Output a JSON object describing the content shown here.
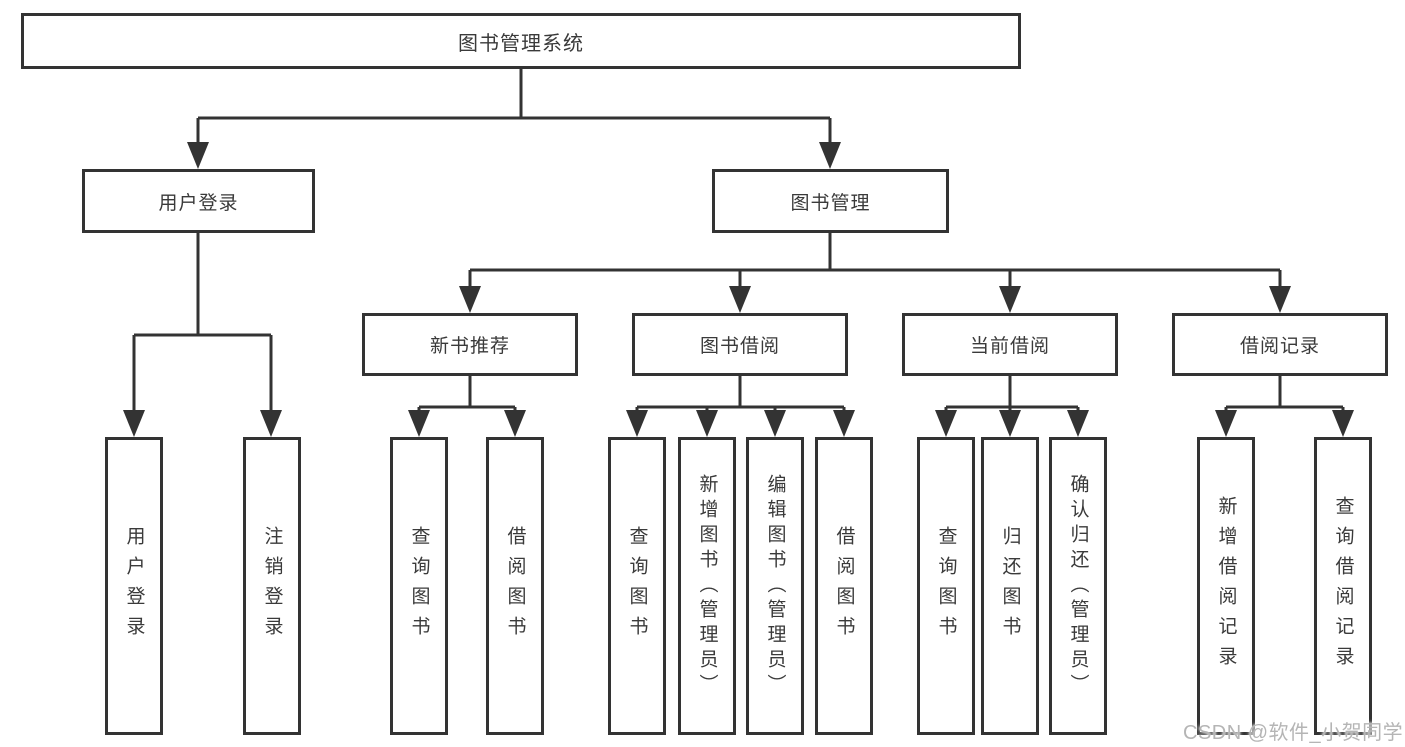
{
  "tree": {
    "label": "图书管理系统",
    "children": [
      {
        "label": "用户登录",
        "children": [
          {
            "label": "用户登录"
          },
          {
            "label": "注销登录"
          }
        ]
      },
      {
        "label": "图书管理",
        "children": [
          {
            "label": "新书推荐",
            "children": [
              {
                "label": "查询图书"
              },
              {
                "label": "借阅图书"
              }
            ]
          },
          {
            "label": "图书借阅",
            "children": [
              {
                "label": "查询图书"
              },
              {
                "label": "新增图书（管理员）"
              },
              {
                "label": "编辑图书（管理员）"
              },
              {
                "label": "借阅图书"
              }
            ]
          },
          {
            "label": "当前借阅",
            "children": [
              {
                "label": "查询图书"
              },
              {
                "label": "归还图书"
              },
              {
                "label": "确认归还（管理员）"
              }
            ]
          },
          {
            "label": "借阅记录",
            "children": [
              {
                "label": "新增借阅记录"
              },
              {
                "label": "查询借阅记录"
              }
            ]
          }
        ]
      }
    ]
  },
  "watermark": "CSDN @软件_小贺同学",
  "colors": {
    "line": "#333333",
    "box_border": "#333333",
    "text": "#3a3a3a",
    "watermark": "#b5b5b5",
    "background": "#ffffff"
  }
}
